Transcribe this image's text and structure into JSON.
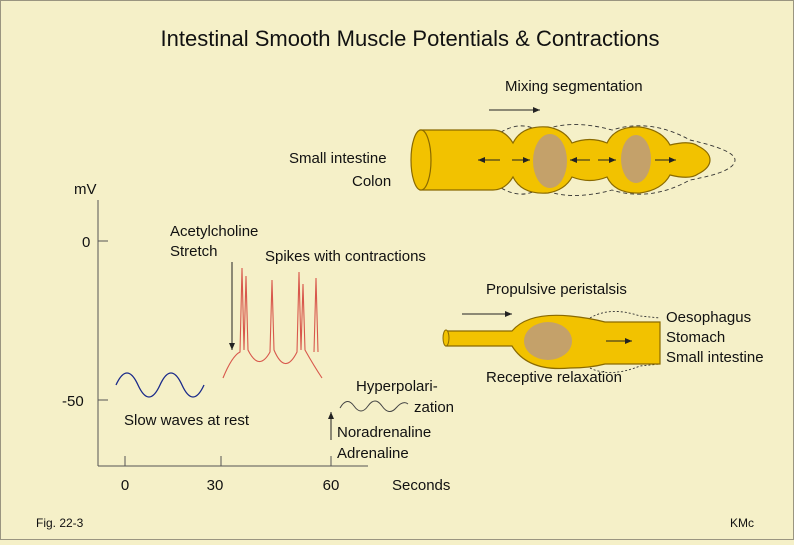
{
  "title": "Intestinal Smooth  Muscle Potentials & Contractions",
  "figure_label": "Fig. 22-3",
  "author": "KMc",
  "colors": {
    "background": "#f5f0c8",
    "tube_fill": "#f2c200",
    "tube_stroke": "#8a6a00",
    "food_bolus": "#c4a16a",
    "slow_wave": "#1a2a8a",
    "spikes": "#d8584c",
    "hyperpolarization": "#444444"
  },
  "graph": {
    "y_unit": "mV",
    "y_ticks": [
      "0",
      "-50"
    ],
    "x_ticks": [
      "0",
      "30",
      "60"
    ],
    "x_unit": "Seconds"
  },
  "labels": {
    "acetylcholine": "Acetylcholine",
    "stretch": "Stretch",
    "spikes_with_contractions": "Spikes with contractions",
    "slow_waves_at_rest": "Slow waves at rest",
    "hyperpolari": "Hyperpolari-",
    "zation": "zation",
    "noradrenaline": "Noradrenaline",
    "adrenaline": "Adrenaline"
  },
  "segmentation": {
    "title": "Mixing segmentation",
    "site_1": "Small intestine",
    "site_2": "Colon"
  },
  "peristalsis": {
    "title": "Propulsive peristalsis",
    "relaxation": "Receptive relaxation",
    "site_1": "Oesophagus",
    "site_2": "Stomach",
    "site_3": "Small intestine"
  }
}
